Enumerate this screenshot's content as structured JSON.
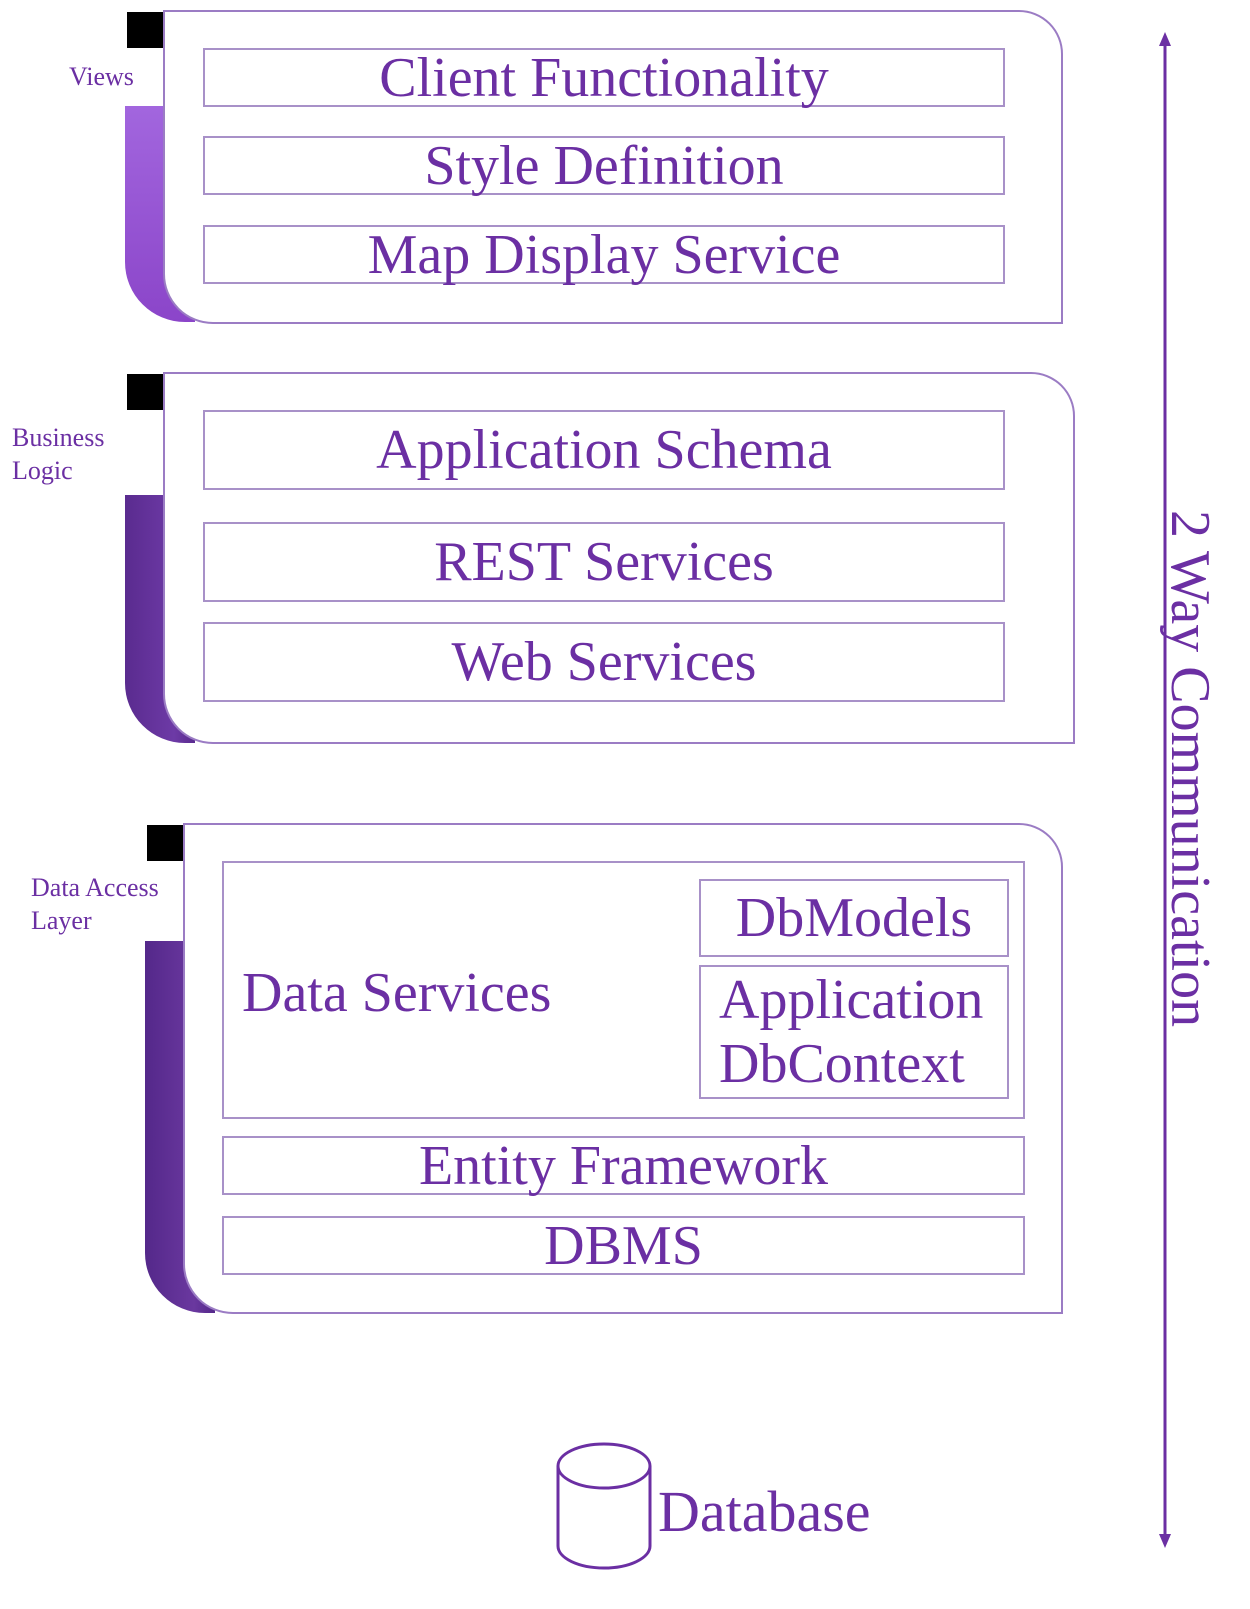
{
  "layers": [
    {
      "label": "Views",
      "boxes": [
        "Client Functionality",
        "Style Definition",
        "Map Display Service"
      ]
    },
    {
      "label": "Business Logic",
      "boxes": [
        "Application Schema",
        "REST Services",
        "Web Services"
      ]
    },
    {
      "label": "Data Access Layer",
      "data_services": "Data Services",
      "db_models": "DbModels",
      "app_db_context": "Application DbContext",
      "boxes": [
        "Entity Framework",
        "DBMS"
      ]
    }
  ],
  "communication_label": "2 Way Communication",
  "database_label": "Database",
  "colors": {
    "primary": "#6b2fa3",
    "views_bar": "#9b55d6",
    "logic_bar": "#5e2f94",
    "data_bar": "#5a2b8f",
    "box_border": "#a891c8"
  }
}
